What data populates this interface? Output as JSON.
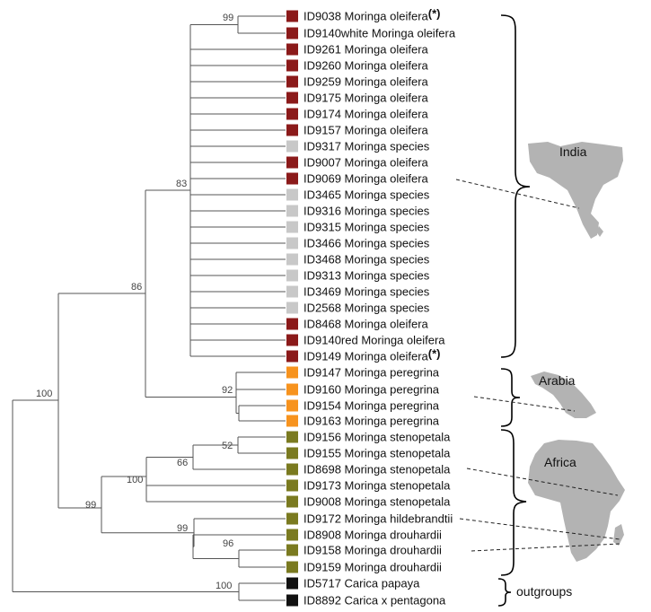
{
  "colors": {
    "oleifera": "#8b1a1a",
    "species": "#c8c8c8",
    "peregrina": "#f7931e",
    "stenopetala": "#7a7a20",
    "outgroup": "#111111"
  },
  "leaves": [
    {
      "id": "ID9038",
      "label": "ID9038 Moringa oleifera",
      "mark": "(*)",
      "group": "oleifera"
    },
    {
      "id": "ID9140white",
      "label": "ID9140white Moringa oleifera",
      "mark": "",
      "group": "oleifera"
    },
    {
      "id": "ID9261",
      "label": "ID9261 Moringa oleifera",
      "mark": "",
      "group": "oleifera"
    },
    {
      "id": "ID9260",
      "label": "ID9260 Moringa oleifera",
      "mark": "",
      "group": "oleifera"
    },
    {
      "id": "ID9259",
      "label": "ID9259 Moringa oleifera",
      "mark": "",
      "group": "oleifera"
    },
    {
      "id": "ID9175",
      "label": "ID9175 Moringa oleifera",
      "mark": "",
      "group": "oleifera"
    },
    {
      "id": "ID9174",
      "label": "ID9174 Moringa oleifera",
      "mark": "",
      "group": "oleifera"
    },
    {
      "id": "ID9157",
      "label": "ID9157 Moringa oleifera",
      "mark": "",
      "group": "oleifera"
    },
    {
      "id": "ID9317",
      "label": "ID9317 Moringa species",
      "mark": "",
      "group": "species"
    },
    {
      "id": "ID9007",
      "label": "ID9007 Moringa oleifera",
      "mark": "",
      "group": "oleifera"
    },
    {
      "id": "ID9069",
      "label": "ID9069 Moringa oleifera",
      "mark": "",
      "group": "oleifera"
    },
    {
      "id": "ID3465",
      "label": "ID3465 Moringa species",
      "mark": "",
      "group": "species"
    },
    {
      "id": "ID9316",
      "label": "ID9316 Moringa species",
      "mark": "",
      "group": "species"
    },
    {
      "id": "ID9315",
      "label": "ID9315 Moringa species",
      "mark": "",
      "group": "species"
    },
    {
      "id": "ID3466",
      "label": "ID3466 Moringa species",
      "mark": "",
      "group": "species"
    },
    {
      "id": "ID3468",
      "label": "ID3468 Moringa species",
      "mark": "",
      "group": "species"
    },
    {
      "id": "ID9313",
      "label": "ID9313 Moringa species",
      "mark": "",
      "group": "species"
    },
    {
      "id": "ID3469",
      "label": "ID3469 Moringa species",
      "mark": "",
      "group": "species"
    },
    {
      "id": "ID2568",
      "label": "ID2568 Moringa species",
      "mark": "",
      "group": "species"
    },
    {
      "id": "ID8468",
      "label": "ID8468 Moringa oleifera",
      "mark": "",
      "group": "oleifera"
    },
    {
      "id": "ID9140red",
      "label": "ID9140red Moringa oleifera",
      "mark": "",
      "group": "oleifera"
    },
    {
      "id": "ID9149",
      "label": "ID9149 Moringa oleifera",
      "mark": "(*)",
      "group": "oleifera"
    },
    {
      "id": "ID9147",
      "label": "ID9147 Moringa peregrina",
      "mark": "",
      "group": "peregrina"
    },
    {
      "id": "ID9160",
      "label": "ID9160 Moringa peregrina",
      "mark": "",
      "group": "peregrina"
    },
    {
      "id": "ID9154",
      "label": "ID9154 Moringa peregrina",
      "mark": "",
      "group": "peregrina"
    },
    {
      "id": "ID9163",
      "label": "ID9163 Moringa peregrina",
      "mark": "",
      "group": "peregrina"
    },
    {
      "id": "ID9156",
      "label": "ID9156 Moringa stenopetala",
      "mark": "",
      "group": "stenopetala"
    },
    {
      "id": "ID9155",
      "label": "ID9155 Moringa stenopetala",
      "mark": "",
      "group": "stenopetala"
    },
    {
      "id": "ID8698",
      "label": "ID8698 Moringa stenopetala",
      "mark": "",
      "group": "stenopetala"
    },
    {
      "id": "ID9173",
      "label": "ID9173 Moringa stenopetala",
      "mark": "",
      "group": "stenopetala"
    },
    {
      "id": "ID9008",
      "label": "ID9008 Moringa stenopetala",
      "mark": "",
      "group": "stenopetala"
    },
    {
      "id": "ID9172",
      "label": "ID9172 Moringa hildebrandtii",
      "mark": "",
      "group": "stenopetala"
    },
    {
      "id": "ID8908",
      "label": "ID8908 Moringa drouhardii",
      "mark": "",
      "group": "stenopetala"
    },
    {
      "id": "ID9158",
      "label": "ID9158 Moringa drouhardii",
      "mark": "",
      "group": "stenopetala"
    },
    {
      "id": "ID9159",
      "label": "ID9159 Moringa drouhardii",
      "mark": "",
      "group": "stenopetala"
    },
    {
      "id": "ID5717",
      "label": "ID5717 Carica papaya",
      "mark": "",
      "group": "outgroup"
    },
    {
      "id": "ID8892",
      "label": "ID8892 Carica x pentagona",
      "mark": "",
      "group": "outgroup"
    }
  ],
  "bootstrap": {
    "india_top": "99",
    "india_clade": "83",
    "moringa_ol_pe": "86",
    "root": "100",
    "peregrina": "92",
    "steno_a": "52",
    "steno_b": "66",
    "steno_c": "100",
    "africa": "99",
    "dro": "99",
    "dro_b": "96",
    "carica": "100"
  },
  "regions": {
    "india": "India",
    "arabia": "Arabia",
    "africa": "Africa",
    "outgroups": "outgroups"
  },
  "map_color": "#b3b3b3"
}
